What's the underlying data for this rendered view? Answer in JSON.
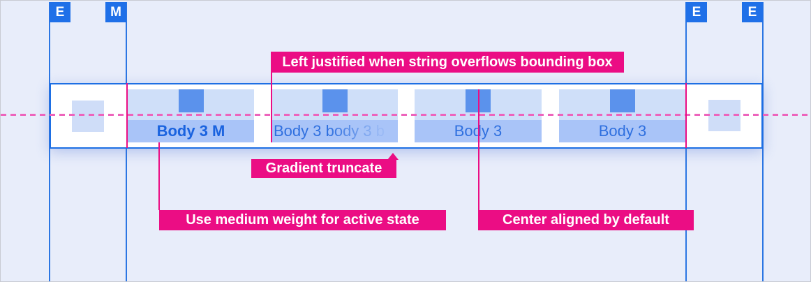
{
  "colors": {
    "background": "#E8EDFA",
    "guide_blue": "#2B76E3",
    "marker_blue": "#1F70E8",
    "bar_border": "#1D6FE4",
    "tab_top_fill": "#CFDFF9",
    "tab_band_fill": "#A9C4F8",
    "tab_indicator_square": "#5B92EC",
    "side_square_fill": "#CFDDF8",
    "tab_text": "#2E6FDF",
    "tab_text_active": "#1A63DF",
    "annotation_pink": "#EB0D84",
    "dashed_line_pink": "#ED64BC"
  },
  "markers": {
    "edge_left": "E",
    "margin": "M",
    "edge_right_inner": "E",
    "edge_right_outer": "E"
  },
  "tabbar": {
    "tabs": [
      {
        "label": "Body 3 M",
        "state": "active",
        "align": "center",
        "weight": "medium"
      },
      {
        "label": "Body 3 body 3 b",
        "state": "default",
        "align": "left",
        "truncated": true
      },
      {
        "label": "Body 3",
        "state": "default",
        "align": "center"
      },
      {
        "label": "Body 3",
        "state": "default",
        "align": "center"
      }
    ]
  },
  "annotations": {
    "left_justified": "Left justified when string overflows bounding box",
    "gradient_truncate": "Gradient truncate",
    "medium_weight": "Use medium weight for active state",
    "center_aligned": "Center aligned by default"
  }
}
